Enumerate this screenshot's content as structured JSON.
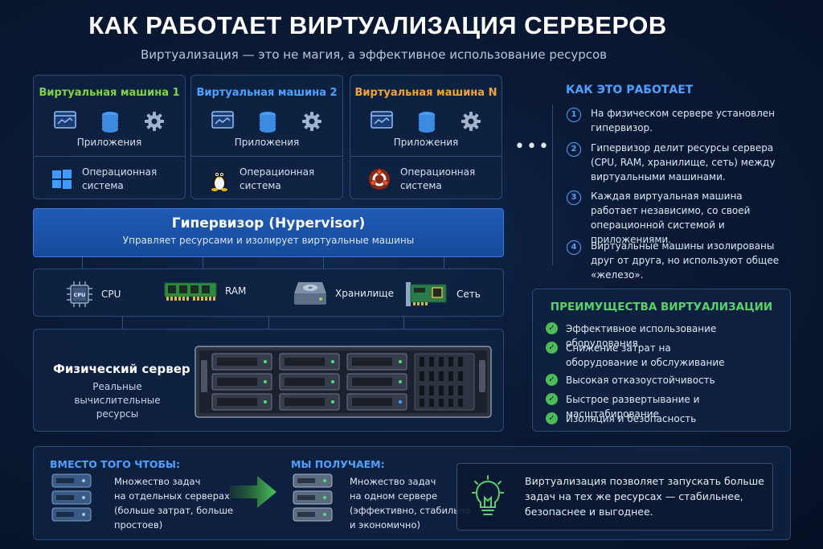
{
  "header": {
    "title": "КАК РАБОТАЕТ ВИРТУАЛИЗАЦИЯ СЕРВЕРОВ",
    "subtitle": "Виртуализация — это не магия, а эффективное использование ресурсов"
  },
  "vms": [
    {
      "title": "Виртуальная машина 1",
      "color": "#7fd34a",
      "apps": "Приложения",
      "os_label": "Операционная система",
      "os_icon": "windows-icon"
    },
    {
      "title": "Виртуальная машина 2",
      "color": "#4ea2ff",
      "apps": "Приложения",
      "os_label": "Операционная система",
      "os_icon": "linux-icon"
    },
    {
      "title": "Виртуальная машина N",
      "color": "#f3a23a",
      "apps": "Приложения",
      "os_label": "Операционная система",
      "os_icon": "ubuntu-icon"
    }
  ],
  "ellipsis": "•••",
  "hypervisor": {
    "title": "Гипервизор (Hypervisor)",
    "subtitle": "Управляет ресурсами и изолирует виртуальные машины"
  },
  "resources": [
    {
      "label": "CPU",
      "icon": "cpu-icon",
      "chip_text": "CPU"
    },
    {
      "label": "RAM",
      "icon": "ram-icon"
    },
    {
      "label": "Хранилище",
      "icon": "storage-icon"
    },
    {
      "label": "Сеть",
      "icon": "network-card-icon"
    }
  ],
  "physical": {
    "title": "Физический сервер",
    "subtitle": "Реальные вычислительные ресурсы"
  },
  "how": {
    "title": "КАК ЭТО РАБОТАЕТ",
    "steps": [
      {
        "num": "1",
        "text": "На физическом сервере установлен гипервизор."
      },
      {
        "num": "2",
        "text": "Гипервизор делит ресурсы сервера (CPU, RAM, хранилище, сеть) между виртуальными машинами."
      },
      {
        "num": "3",
        "text": "Каждая виртуальная машина работает независимо, со своей операционной системой и приложениями."
      },
      {
        "num": "4",
        "text": "Виртуальные машины изолированы друг от друга, но используют общее «железо»."
      }
    ]
  },
  "advantages": {
    "title": "ПРЕИМУЩЕСТВА ВИРТУАЛИЗАЦИИ",
    "items": [
      "Эффективное использование оборудования",
      "Снижение затрат на оборудование и обслуживание",
      "Высокая отказоустойчивость",
      "Быстрое развертывание и масштабирование",
      "Изоляция и безопасность"
    ]
  },
  "comparison": {
    "instead_title": "ВМЕСТО ТОГО ЧТОБЫ:",
    "instead_text": [
      "Множество задач",
      "на отдельных серверах",
      "(больше затрат, больше",
      "простоев)"
    ],
    "result_title": "МЫ ПОЛУЧАЕМ:",
    "result_text": [
      "Множество задач",
      "на одном сервере",
      "(эффективно, стабильно",
      "и экономично)"
    ],
    "tip": "Виртуализация позволяет запускать больше задач на тех же ресурсах — стабильнее, безопаснее и выгоднее."
  },
  "colors": {
    "accent_blue": "#4ea2ff",
    "accent_green": "#5ad16b",
    "hypervisor": "#1f5bb5"
  }
}
